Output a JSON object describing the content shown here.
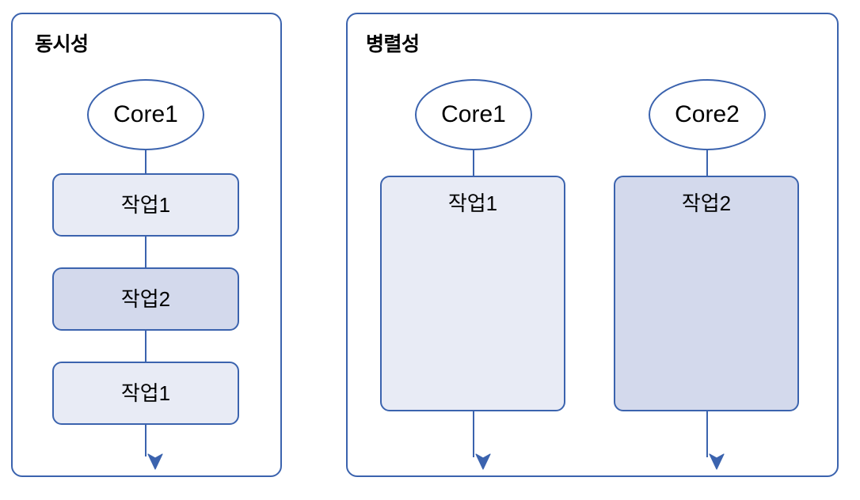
{
  "diagram": {
    "title_text_left": "동시성",
    "title_text_right": "병렬성",
    "colors": {
      "stroke": "#3b63ae",
      "fill_light": "#e8ebf5",
      "fill_dark": "#d3d9ec",
      "background": "#ffffff",
      "text": "#000000"
    }
  },
  "panels": [
    {
      "id": "concurrency",
      "title": "동시성",
      "cores": [
        {
          "label": "Core1"
        }
      ],
      "tasks": [
        {
          "label": "작업1",
          "shade": "light"
        },
        {
          "label": "작업2",
          "shade": "dark"
        },
        {
          "label": "작업1",
          "shade": "light"
        }
      ]
    },
    {
      "id": "parallelism",
      "title": "병렬성",
      "cores": [
        {
          "label": "Core1"
        },
        {
          "label": "Core2"
        }
      ],
      "tasks": [
        {
          "label": "작업1",
          "shade": "light"
        },
        {
          "label": "작업2",
          "shade": "dark"
        }
      ]
    }
  ]
}
